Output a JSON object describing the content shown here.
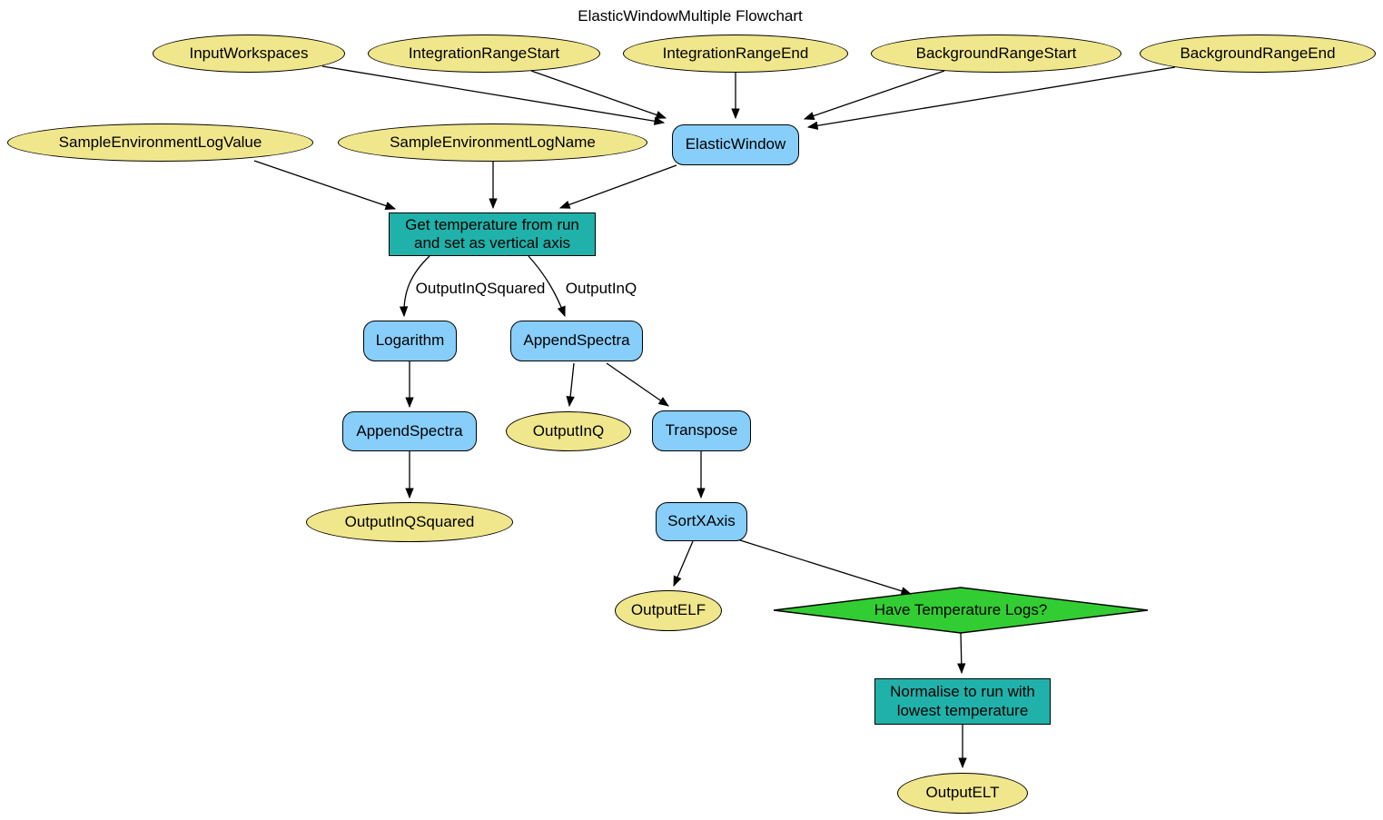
{
  "title": "ElasticWindowMultiple Flowchart",
  "colors": {
    "parameter_fill": "#f0e68c",
    "algorithm_fill": "#87cefa",
    "step_fill": "#20b2aa",
    "decision_fill": "#32cd32",
    "stroke": "#000000",
    "background": "#ffffff"
  },
  "nodes": {
    "input_workspaces": {
      "label": "InputWorkspaces",
      "shape": "ellipse"
    },
    "integration_range_start": {
      "label": "IntegrationRangeStart",
      "shape": "ellipse"
    },
    "integration_range_end": {
      "label": "IntegrationRangeEnd",
      "shape": "ellipse"
    },
    "background_range_start": {
      "label": "BackgroundRangeStart",
      "shape": "ellipse"
    },
    "background_range_end": {
      "label": "BackgroundRangeEnd",
      "shape": "ellipse"
    },
    "sample_environment_log_value": {
      "label": "SampleEnvironmentLogValue",
      "shape": "ellipse"
    },
    "sample_environment_log_name": {
      "label": "SampleEnvironmentLogName",
      "shape": "ellipse"
    },
    "elastic_window": {
      "label": "ElasticWindow",
      "shape": "rounded-rect"
    },
    "get_temperature": {
      "line1": "Get temperature from run",
      "line2": "and set as vertical axis",
      "shape": "rect"
    },
    "logarithm": {
      "label": "Logarithm",
      "shape": "rounded-rect"
    },
    "append_spectra_q": {
      "label": "AppendSpectra",
      "shape": "rounded-rect"
    },
    "append_spectra_q_squared": {
      "label": "AppendSpectra",
      "shape": "rounded-rect"
    },
    "output_in_q": {
      "label": "OutputInQ",
      "shape": "ellipse"
    },
    "transpose": {
      "label": "Transpose",
      "shape": "rounded-rect"
    },
    "output_in_q_squared": {
      "label": "OutputInQSquared",
      "shape": "ellipse"
    },
    "sort_x_axis": {
      "label": "SortXAxis",
      "shape": "rounded-rect"
    },
    "output_elf": {
      "label": "OutputELF",
      "shape": "ellipse"
    },
    "have_temperature_logs": {
      "label": "Have Temperature Logs?",
      "shape": "diamond"
    },
    "normalise": {
      "line1": "Normalise to run with",
      "line2": "lowest temperature",
      "shape": "rect"
    },
    "output_elt": {
      "label": "OutputELT",
      "shape": "ellipse"
    }
  },
  "edge_labels": {
    "output_in_q_squared": "OutputInQSquared",
    "output_in_q": "OutputInQ"
  }
}
